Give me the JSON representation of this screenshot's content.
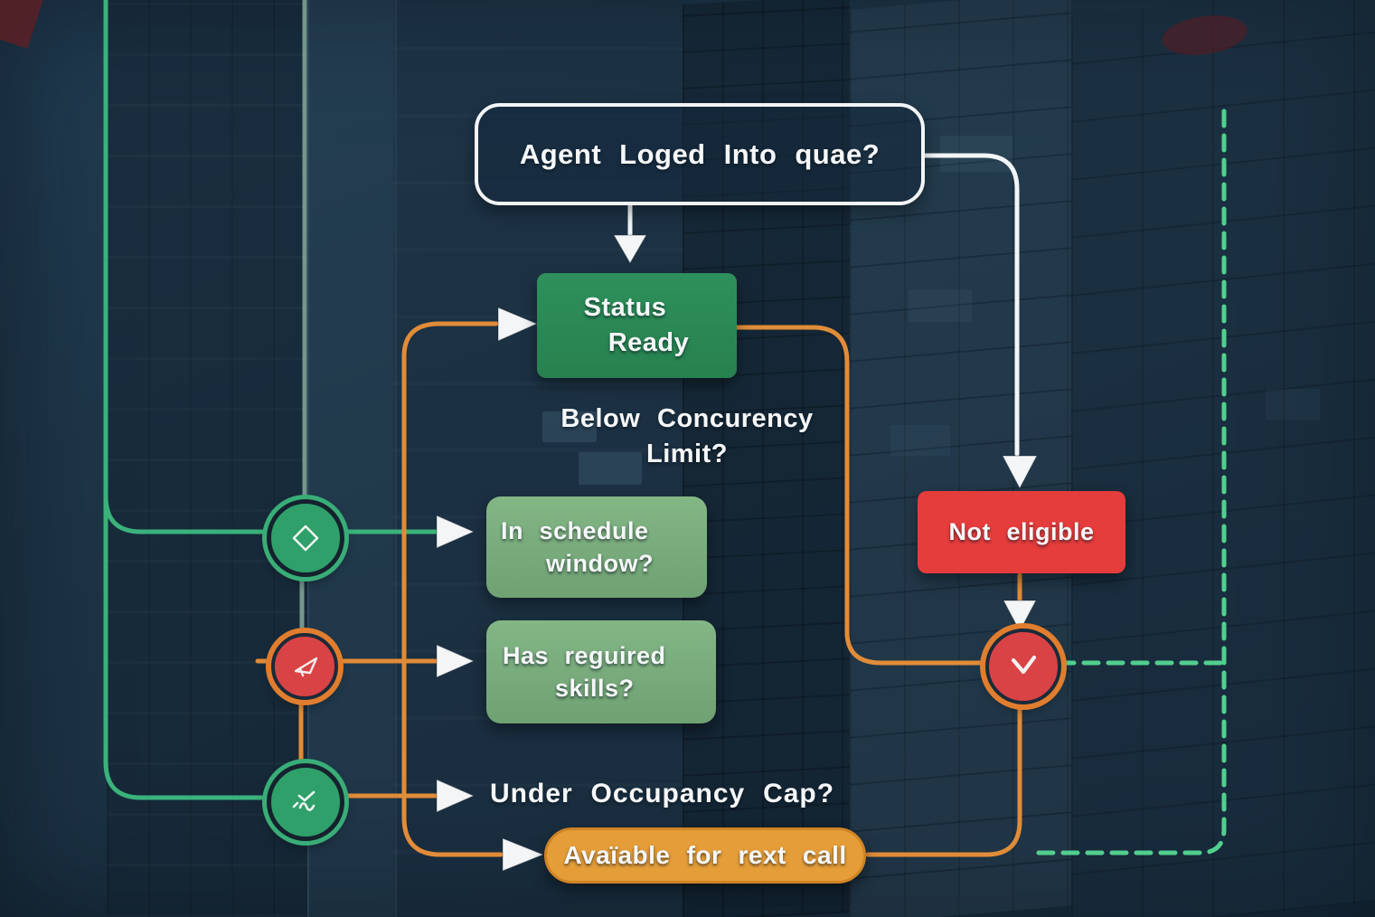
{
  "diagram": {
    "question": {
      "label": "Agent Loged Into quae?"
    },
    "status": {
      "line1": "Status",
      "line2": "Ready"
    },
    "concurrency": {
      "line1": "Below Concurency",
      "line2": "Limit?"
    },
    "schedule": {
      "line1": "In schedule",
      "line2": "window?"
    },
    "skills": {
      "line1": "Has reguired",
      "line2": "skills?"
    },
    "not_eligible": {
      "label": "Not eligible"
    },
    "occupancy": {
      "label": "Under Occupancy Cap?"
    },
    "available": {
      "label": "Avaïable for rext call"
    },
    "icons": {
      "step1": "diamond-icon",
      "step2": "check-flag-icon",
      "step3": "trend-check-icon",
      "decision": "chevron-down-icon"
    },
    "colors": {
      "background": "#1e3649",
      "green_line": "#3bb27b",
      "teal_line": "#86a99b",
      "orange_line": "#e18c38",
      "white_line": "#f2f5f7",
      "dashed_green": "#52cf8e",
      "node_green_dark": "#2b8b58",
      "node_green_light": "#7fb282",
      "node_red": "#e53c3c",
      "node_orange": "#e59d38",
      "circle_red": "#d94345",
      "circle_green": "#2fa06a",
      "ring_orange": "#e07d2e"
    }
  }
}
